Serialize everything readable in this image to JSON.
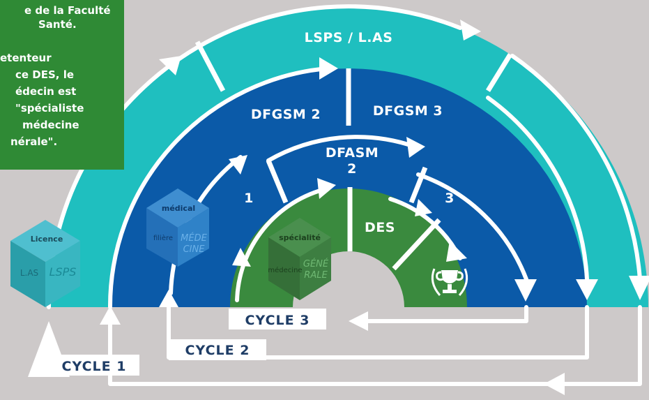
{
  "colors": {
    "background": "#cdc9c9",
    "outer_ring": "#1fbfbf",
    "middle_ring": "#0b5aa8",
    "inner_ring": "#3a8a3e",
    "note_box": "#2f8a35",
    "arrows": "#ffffff",
    "cycle_text": "#1f3d66"
  },
  "note": {
    "lines": [
      "e de la Faculté",
      "Santé.",
      "",
      "etenteur",
      "ce DES, le",
      "édecin est",
      "\"spécialiste",
      "médecine",
      "nérale\"."
    ]
  },
  "rings": {
    "outer": {
      "label": "LSPS / L.AS"
    },
    "middle": {
      "label_left": "DFGSM 2",
      "label_right": "DFGSM 3"
    },
    "dfasm": {
      "label_line1": "DFASM",
      "label_line2": "2",
      "left_number": "1",
      "right_number": "3"
    },
    "inner": {
      "label": "DES"
    }
  },
  "cubes": {
    "licence": {
      "top": "Licence",
      "left": "L.AS",
      "right": "LSPS"
    },
    "medical": {
      "top": "médical",
      "left": "filière",
      "right_line1": "MÉDE",
      "right_line2": "CINE"
    },
    "specialite": {
      "top": "spécialité",
      "left": "médecine",
      "right_line1": "GÉNÉ",
      "right_line2": "RALE"
    }
  },
  "cycles": [
    {
      "label": "CYCLE 3"
    },
    {
      "label": "CYCLE 2"
    },
    {
      "label": "CYCLE 1"
    }
  ],
  "icons": [
    "trophy-icon",
    "arrow-icon"
  ]
}
